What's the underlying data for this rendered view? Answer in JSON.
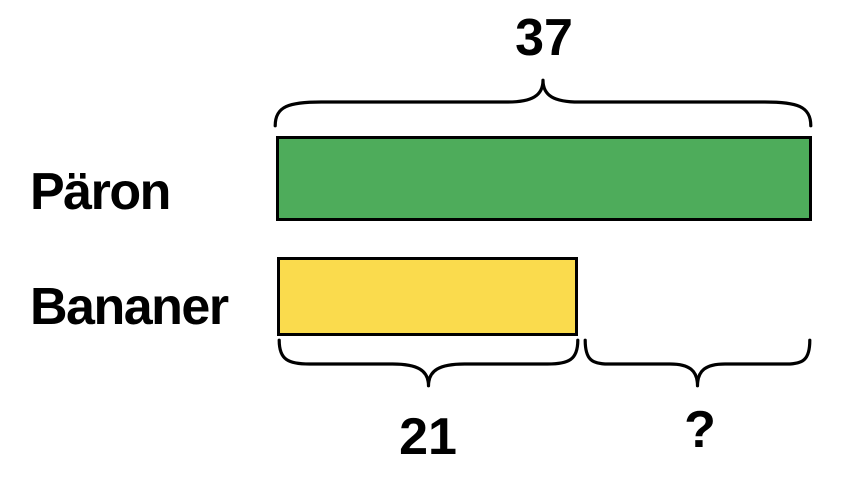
{
  "chart_data": {
    "type": "bar",
    "orientation": "horizontal",
    "categories": [
      "Päron",
      "Bananer"
    ],
    "values": [
      37,
      21
    ],
    "bar_colors": [
      "#4EAC5B",
      "#FADB4D"
    ],
    "annotations": {
      "total_brace_label": "37",
      "known_part_brace_label": "21",
      "unknown_part_brace_label": "?"
    },
    "title": "",
    "axes_shown": false,
    "legend_shown": false
  },
  "labels": {
    "row1": "Päron",
    "row2": "Bananer",
    "total": "37",
    "part": "21",
    "unknown": "?"
  },
  "style": {
    "bar1_color": "#4EAC5B",
    "bar2_color": "#FADB4D",
    "line_color": "#000000",
    "text_color": "#000000",
    "background": "#FFFFFF"
  }
}
